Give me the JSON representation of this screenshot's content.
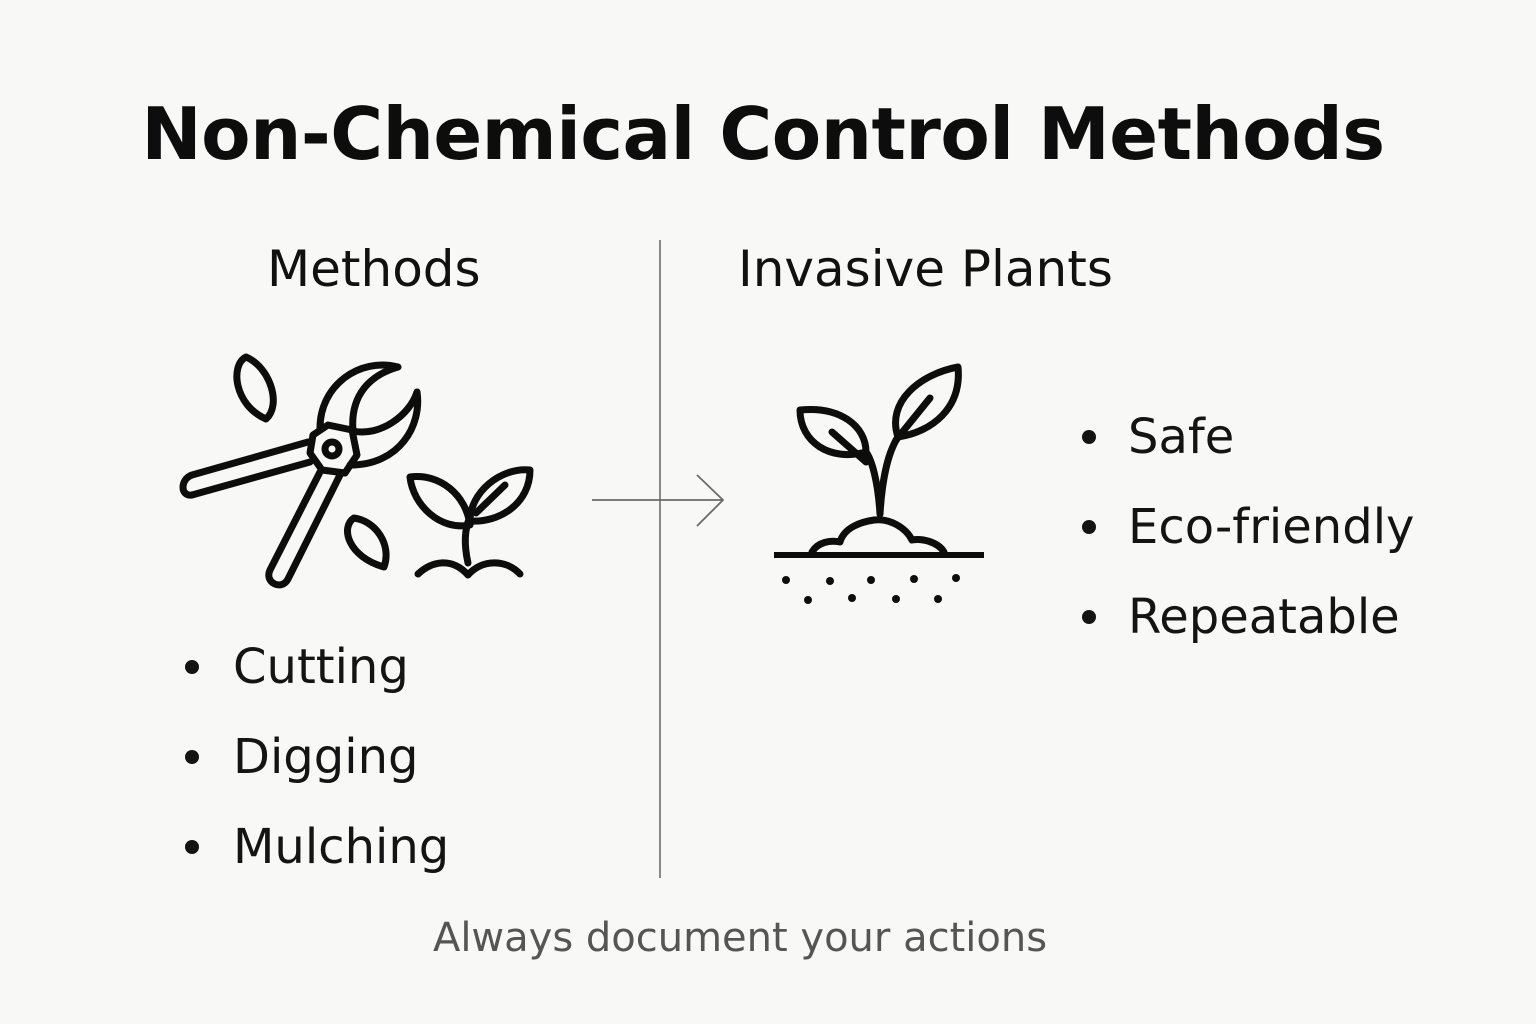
{
  "title": "Non-Chemical Control Methods",
  "left_column": {
    "heading": "Methods",
    "icon": "pruning-shears-with-leaves-and-seedling-icon",
    "bullets": [
      "Cutting",
      "Digging",
      "Mulching"
    ]
  },
  "right_column": {
    "heading": "Invasive Plants",
    "icon": "seedling-in-soil-icon",
    "bullets": [
      "Safe",
      "Eco-friendly",
      "Repeatable"
    ]
  },
  "connector": {
    "icon": "arrow-right-icon"
  },
  "footer": "Always document your actions",
  "colors": {
    "background": "#f8f8f7",
    "text": "#111111",
    "footer_text": "#555555",
    "divider": "#8a8a8a"
  }
}
